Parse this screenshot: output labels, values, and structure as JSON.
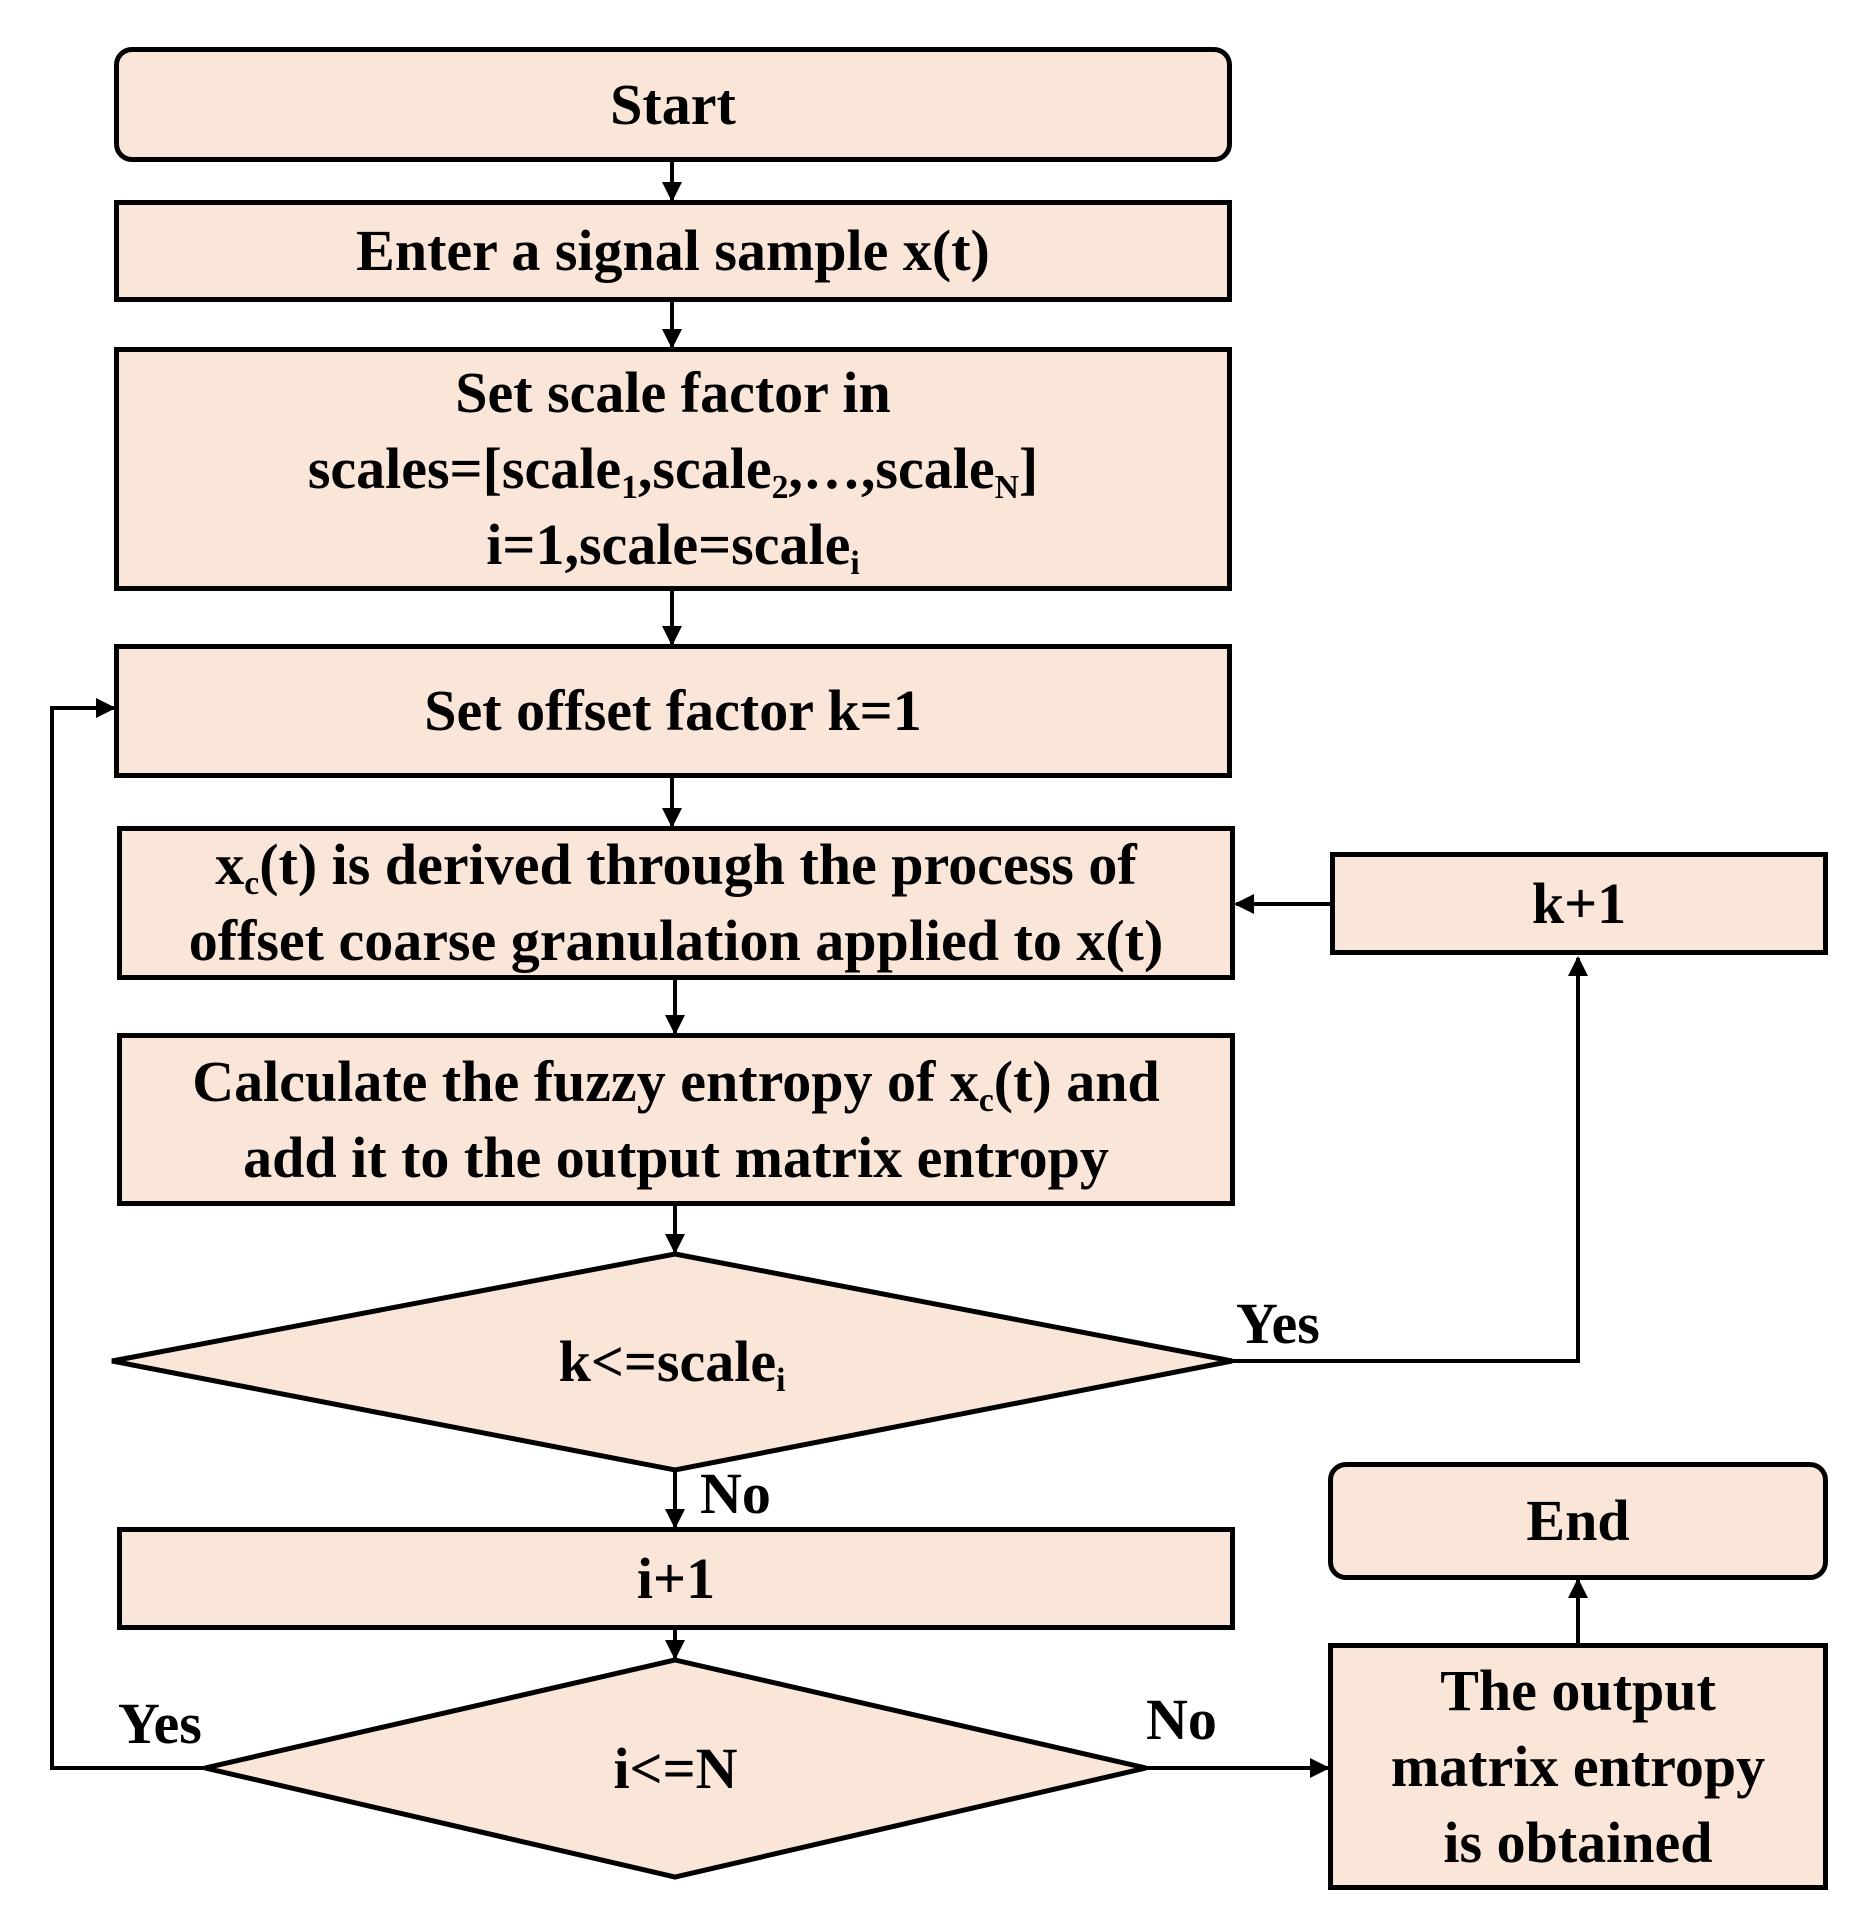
{
  "nodes": {
    "start": "Start",
    "enter_signal": "Enter a signal sample x(t)",
    "set_scale": {
      "line1": "Set scale factor in",
      "line2_pre": "scales=[scale",
      "sub1": "1",
      "comma1": ",scale",
      "sub2": "2",
      "mid": ",…,scale",
      "subN": "N",
      "close": "]",
      "line3_pre": "i=1,scale=scale",
      "sub_i": "i"
    },
    "set_offset": "Set offset factor k=1",
    "derive": {
      "line1_x": "x",
      "line1_sub": "c",
      "line1_rest": "(t) is derived through the process of",
      "line2": "offset coarse granulation applied to x(t)"
    },
    "calc": {
      "line1_pre": "Calculate the fuzzy entropy of x",
      "line1_sub": "c",
      "line1_post": "(t) and",
      "line2": "add it to the output matrix entropy"
    },
    "k_inc": "k+1",
    "decision_k": {
      "pre": "k<=scale",
      "sub": "i"
    },
    "i_inc": "i+1",
    "decision_i": "i<=N",
    "output": {
      "line1": "The output",
      "line2": "matrix entropy",
      "line3": "is obtained"
    },
    "end": "End"
  },
  "edge_labels": {
    "k_yes": "Yes",
    "k_no": "No",
    "i_yes": "Yes",
    "i_no": "No"
  },
  "colors": {
    "fill": "#fae5d9",
    "stroke": "#000000",
    "background": "#ffffff"
  }
}
